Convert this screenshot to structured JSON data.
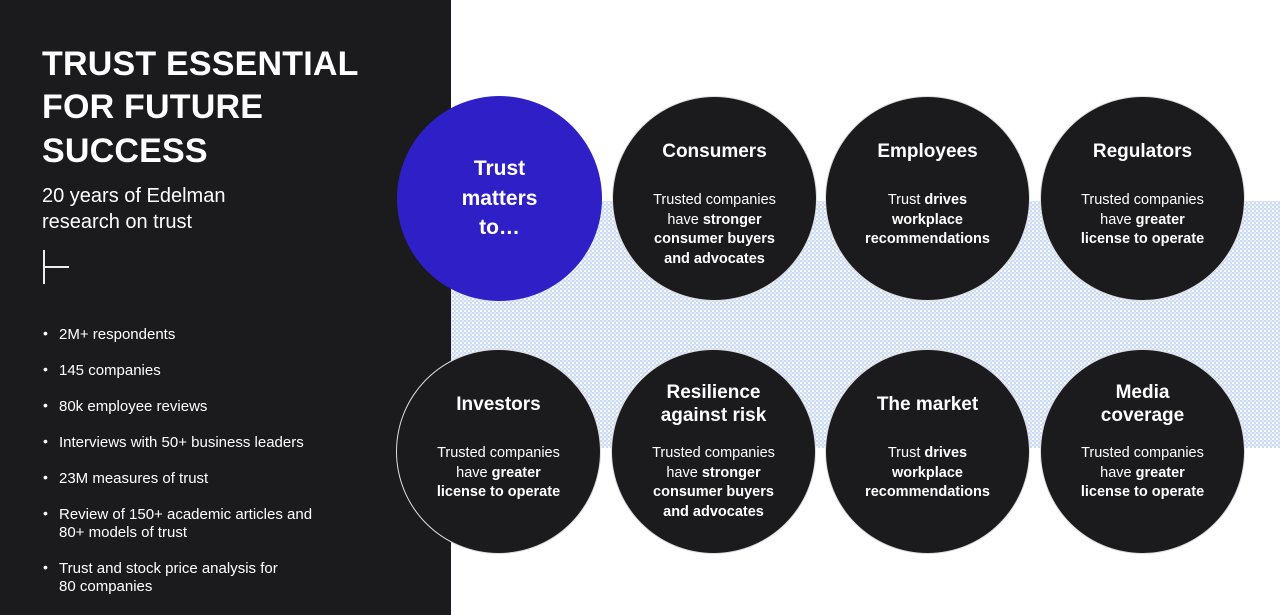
{
  "slide": {
    "title": "TRUST ESSENTIAL\nFOR FUTURE\nSUCCESS",
    "subtitle": "20 years of Edelman\nresearch on trust",
    "bullets": [
      "2M+ respondents",
      "145 companies",
      "80k employee reviews",
      "Interviews with 50+ business leaders",
      "23M measures of trust",
      "Review of 150+ academic articles and\n80+ models of trust",
      "Trust and stock price analysis for\n80 companies"
    ]
  },
  "diagram": {
    "hub_label": "Trust\nmatters\nto…",
    "circles": [
      {
        "id": "consumers",
        "title": "Consumers",
        "lead": "Trusted companies\nhave ",
        "bold": "stronger\nconsumer buyers\nand advocates"
      },
      {
        "id": "employees",
        "title": "Employees",
        "lead": "Trust ",
        "bold": "drives\nworkplace\nrecommendations"
      },
      {
        "id": "regulators",
        "title": "Regulators",
        "lead": "Trusted companies\nhave ",
        "bold": "greater\nlicense to operate"
      },
      {
        "id": "investors",
        "title": "Investors",
        "lead": "Trusted companies\nhave ",
        "bold": "greater\nlicense to operate"
      },
      {
        "id": "resilience-against-risk",
        "title": "Resilience\nagainst risk",
        "lead": "Trusted companies\nhave ",
        "bold": "stronger\nconsumer buyers\nand advocates"
      },
      {
        "id": "the-market",
        "title": "The market",
        "lead": "Trust ",
        "bold": "drives\nworkplace\nrecommendations"
      },
      {
        "id": "media-coverage",
        "title": "Media\ncoverage",
        "lead": "Trusted companies\nhave ",
        "bold": "greater\nlicense to operate"
      }
    ]
  },
  "colors": {
    "panel_dark": "#1b1b1d",
    "accent_blue": "#2f1fc6",
    "band_blue": "#c9d9f4",
    "text_white": "#ffffff"
  }
}
